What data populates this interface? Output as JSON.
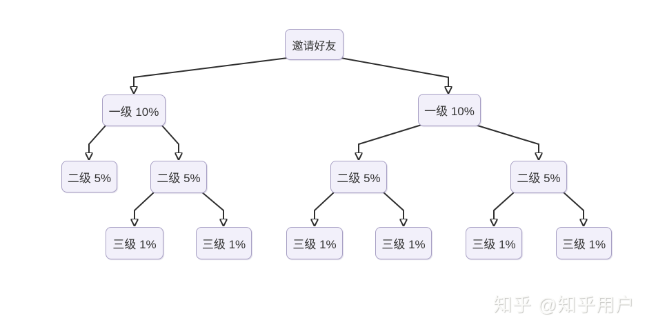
{
  "diagram": {
    "type": "tree",
    "root_label": "邀请好友"
  },
  "nodes": [
    {
      "id": "root",
      "level": 0,
      "label": "邀请好友"
    },
    {
      "id": "level1-left",
      "level": 1,
      "label": "一级 10%"
    },
    {
      "id": "level1-right",
      "level": 1,
      "label": "一级 10%"
    },
    {
      "id": "level2-1",
      "level": 2,
      "label": "二级 5%"
    },
    {
      "id": "level2-2",
      "level": 2,
      "label": "二级 5%"
    },
    {
      "id": "level2-3",
      "level": 2,
      "label": "二级 5%"
    },
    {
      "id": "level2-4",
      "level": 2,
      "label": "二级 5%"
    },
    {
      "id": "level3-1",
      "level": 3,
      "label": "三级 1%"
    },
    {
      "id": "level3-2",
      "level": 3,
      "label": "三级 1%"
    },
    {
      "id": "level3-3",
      "level": 3,
      "label": "三级 1%"
    },
    {
      "id": "level3-4",
      "level": 3,
      "label": "三级 1%"
    },
    {
      "id": "level3-5",
      "level": 3,
      "label": "三级 1%"
    },
    {
      "id": "level3-6",
      "level": 3,
      "label": "三级 1%"
    }
  ],
  "edges": [
    {
      "from": "root",
      "to": "level1-left"
    },
    {
      "from": "root",
      "to": "level1-right"
    },
    {
      "from": "level1-left",
      "to": "level2-1"
    },
    {
      "from": "level1-left",
      "to": "level2-2"
    },
    {
      "from": "level1-right",
      "to": "level2-3"
    },
    {
      "from": "level1-right",
      "to": "level2-4"
    },
    {
      "from": "level2-2",
      "to": "level3-1"
    },
    {
      "from": "level2-2",
      "to": "level3-2"
    },
    {
      "from": "level2-3",
      "to": "level3-3"
    },
    {
      "from": "level2-3",
      "to": "level3-4"
    },
    {
      "from": "level2-4",
      "to": "level3-5"
    },
    {
      "from": "level2-4",
      "to": "level3-6"
    }
  ],
  "watermark": {
    "text": "知乎 @知乎用户"
  },
  "colors": {
    "background": "#ffffff",
    "node_fill": "#f2f0fa",
    "node_border": "#a79fc4",
    "node_text": "#333333",
    "edge_line": "#2d2d2d",
    "watermark_text": "#fafaf8",
    "watermark_shadow": "#c6c6c2"
  }
}
